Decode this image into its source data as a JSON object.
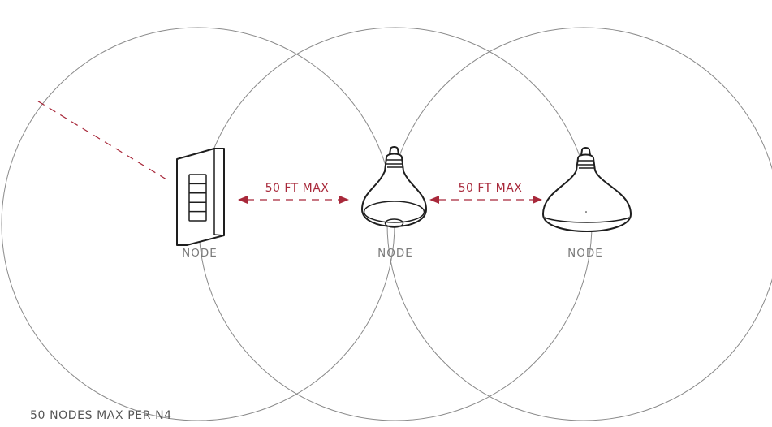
{
  "nodes": [
    {
      "label": "NODE",
      "device": "wall-keypad"
    },
    {
      "label": "NODE",
      "device": "light-bulb"
    },
    {
      "label": "NODE",
      "device": "light-bulb"
    }
  ],
  "ranges": [
    {
      "label": "50 FT MAX"
    },
    {
      "label": "50 FT MAX"
    }
  ],
  "footer": {
    "text": "50 NODES MAX PER N4"
  },
  "colors": {
    "accent": "#a8283a",
    "outline": "#8a8a8a",
    "device": "#1e1e1e",
    "text": "#7a7a7a"
  }
}
